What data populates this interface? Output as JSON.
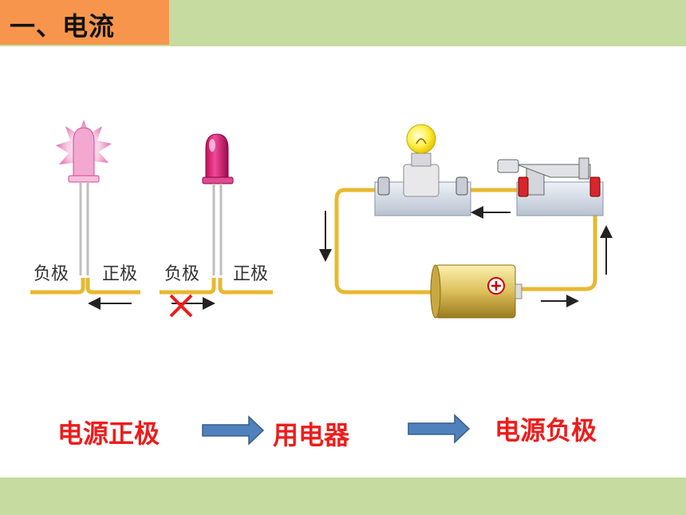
{
  "header": {
    "title": "一、电流"
  },
  "led_left": {
    "neg_label": "负极",
    "pos_label": "正极"
  },
  "led_right": {
    "neg_label": "负极",
    "pos_label": "正极"
  },
  "flow": {
    "step1": "电源正极",
    "step2": "用电器",
    "step3": "电源负极"
  },
  "colors": {
    "header_bar": "#c6dba0",
    "title_box": "#f7954d",
    "flow_text": "#ee1c1c",
    "flow_arrow": "#4f81bd",
    "wire": "#e8b830"
  }
}
